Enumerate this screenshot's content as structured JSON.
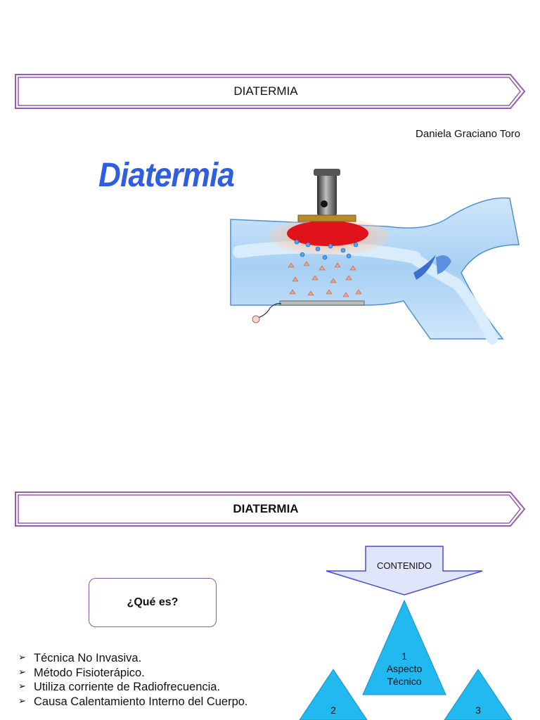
{
  "slide1": {
    "banner_title": "DIATERMIA",
    "author": "Daniela Graciano  Toro",
    "illustration_title": "Diatermia"
  },
  "slide2": {
    "banner_title": "DIATERMIA",
    "question_box": "¿Qué es?",
    "bullets": [
      "Técnica No Invasiva.",
      "Método Fisioterápico.",
      "Utiliza corriente de Radiofrecuencia.",
      "Causa Calentamiento Interno del Cuerpo."
    ],
    "content_arrow_label": "CONTENIDO",
    "triangles": [
      {
        "number": "1",
        "line1": "Aspecto",
        "line2": "Técnico"
      },
      {
        "number": "2"
      },
      {
        "number": "3"
      }
    ]
  },
  "colors": {
    "banner_border": "#9b59b6",
    "title_blue": "#2f5fe0",
    "triangle_fill": "#22b8f0",
    "arrow_border": "#4a4ad8"
  }
}
